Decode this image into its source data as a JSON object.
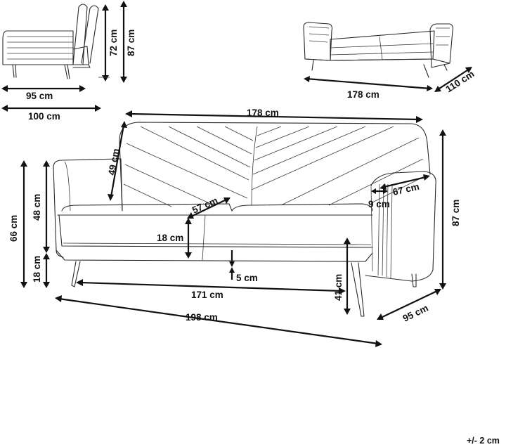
{
  "labels": {
    "side_depth": "95 cm",
    "side_depth_bed": "100 cm",
    "side_seat_height": "72 cm",
    "side_height": "87 cm",
    "bed_length": "178 cm",
    "bed_width": "110 cm",
    "back_width": "178 cm",
    "back_height": "49 cm",
    "arm_total_height": "66 cm",
    "arm_height": "48 cm",
    "leg_height": "18 cm",
    "seat_depth": "57 cm",
    "cushion_thickness": "18 cm",
    "ground_clearance": "5 cm",
    "inner_width": "171 cm",
    "total_width": "198 cm",
    "seat_height": "41 cm",
    "arm_depth": "67 cm",
    "arm_width": "9 cm",
    "total_height": "87 cm",
    "total_depth": "95 cm",
    "tolerance": "+/- 2 cm"
  }
}
